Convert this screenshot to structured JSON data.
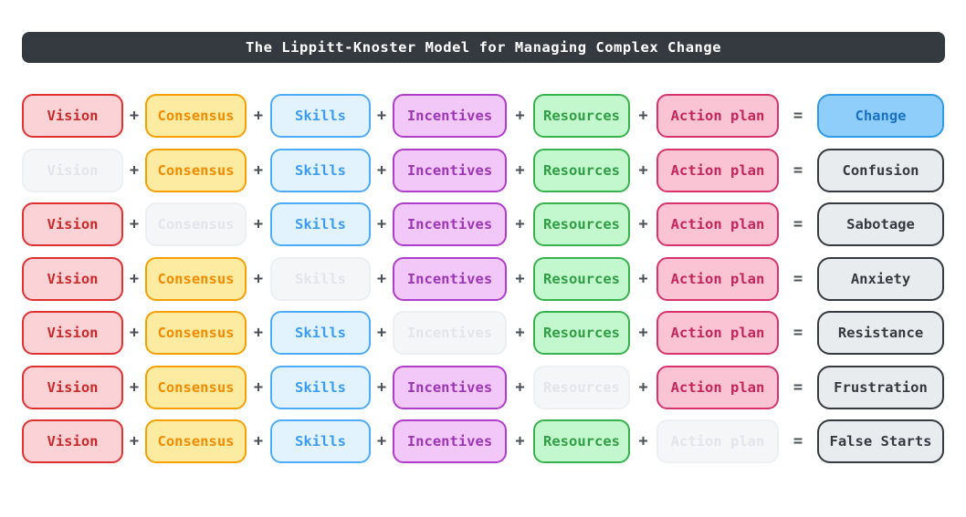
{
  "title": "The Lippitt-Knoster Model for Managing Complex Change",
  "operators": {
    "plus": "+",
    "equals": "="
  },
  "elements": [
    {
      "key": "vision",
      "label": "Vision"
    },
    {
      "key": "consensus",
      "label": "Consensus"
    },
    {
      "key": "skills",
      "label": "Skills"
    },
    {
      "key": "incentives",
      "label": "Incentives"
    },
    {
      "key": "resources",
      "label": "Resources"
    },
    {
      "key": "action-plan",
      "label": "Action plan"
    }
  ],
  "rows": [
    {
      "missing": null,
      "result": "Change",
      "result_style": "change"
    },
    {
      "missing": "vision",
      "result": "Confusion",
      "result_style": "outcome"
    },
    {
      "missing": "consensus",
      "result": "Sabotage",
      "result_style": "outcome"
    },
    {
      "missing": "skills",
      "result": "Anxiety",
      "result_style": "outcome"
    },
    {
      "missing": "incentives",
      "result": "Resistance",
      "result_style": "outcome"
    },
    {
      "missing": "resources",
      "result": "Frustration",
      "result_style": "outcome"
    },
    {
      "missing": "action-plan",
      "result": "False Starts",
      "result_style": "outcome"
    }
  ],
  "colors": {
    "title_bar": {
      "bg": "#343a40",
      "text": "#ffffff"
    },
    "operator": {
      "text": "#495057"
    },
    "vision": {
      "bg": "#fbd3d7",
      "border": "#e03131",
      "text": "#c92a2a"
    },
    "consensus": {
      "bg": "#fdeba1",
      "border": "#f59f00",
      "text": "#f08c00"
    },
    "skills": {
      "bg": "#e3f3fd",
      "border": "#4dabf7",
      "text": "#3b9cf2"
    },
    "incentives": {
      "bg": "#f1c8f7",
      "border": "#ae3ec9",
      "text": "#9c36b5"
    },
    "resources": {
      "bg": "#c3f7cd",
      "border": "#37b24d",
      "text": "#2f9e44"
    },
    "action-plan": {
      "bg": "#fbc4d4",
      "border": "#d6336c",
      "text": "#c2255c"
    },
    "change": {
      "bg": "#8fcefb",
      "border": "#2f9ae8",
      "text": "#1971c2"
    },
    "outcome": {
      "bg": "#e9ecef",
      "border": "#343a40",
      "text": "#343a40"
    },
    "missing": {
      "bg": "#f4f6f7",
      "border": "#edeff2",
      "text": "#e2e6ea"
    }
  }
}
